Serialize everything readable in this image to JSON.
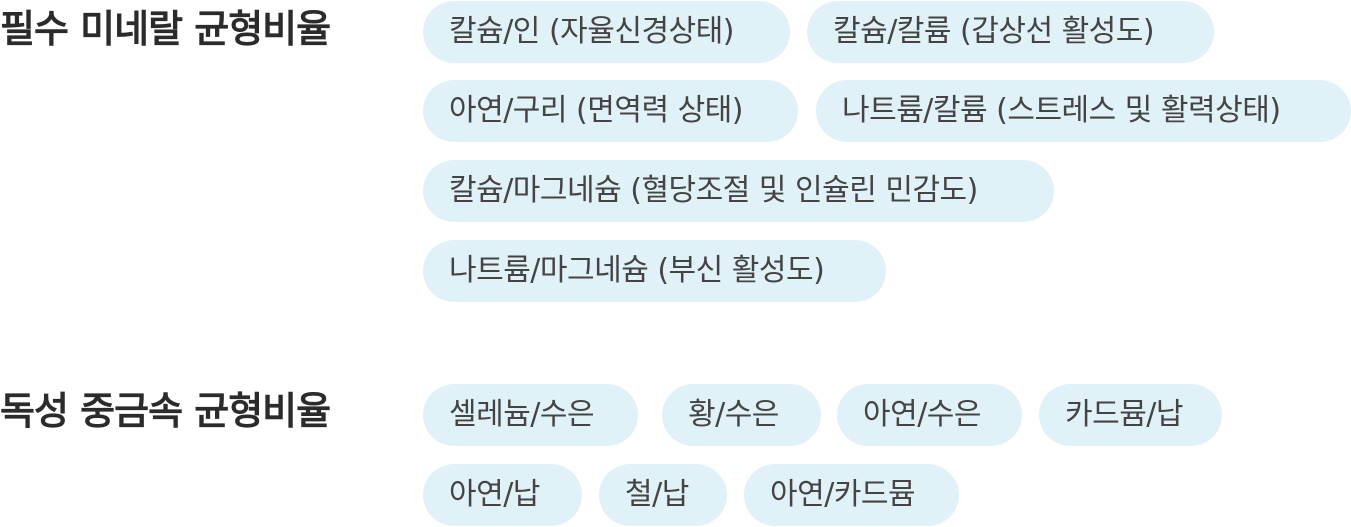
{
  "essential": {
    "title": "필수 미네랄 균형비율",
    "tags": [
      "칼슘/인 (자율신경상태)",
      "칼슘/칼륨 (갑상선 활성도)",
      "아연/구리 (면역력 상태)",
      "나트륨/칼륨 (스트레스 및 활력상태)",
      "칼슘/마그네슘 (혈당조절 및 인슐린 민감도)",
      "나트륨/마그네슘 (부신 활성도)"
    ]
  },
  "toxic": {
    "title": "독성 중금속 균형비율",
    "tags": [
      "셀레늄/수은",
      "황/수은",
      "아연/수은",
      "카드뮴/납",
      "아연/납",
      "철/납",
      "아연/카드뮴"
    ]
  }
}
